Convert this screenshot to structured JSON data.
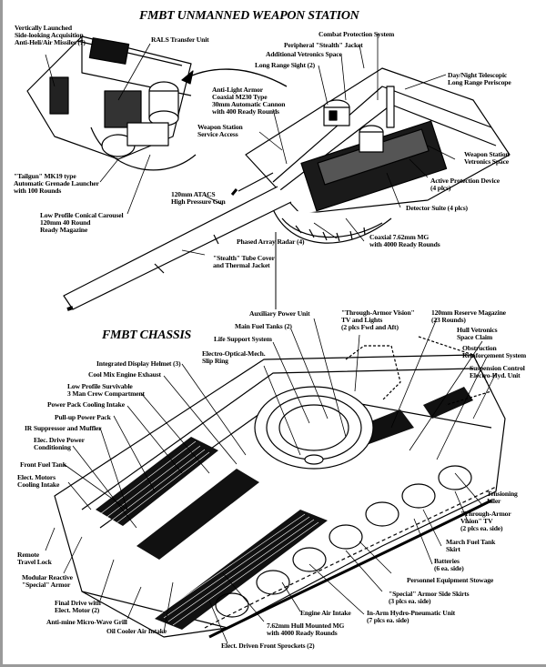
{
  "titles": {
    "weapon_station": "FMBT UNMANNED WEAPON STATION",
    "chassis": "FMBT CHASSIS"
  },
  "weapon_station_labels": {
    "vls": [
      "Vertically Launched",
      "Side-looking Acquisition",
      "Anti-Heli/Air Missiles (7)"
    ],
    "rals": [
      "RALS Transfer Unit"
    ],
    "combat_protection": [
      "Combat Protection System"
    ],
    "stealth_jacket": [
      "Peripheral \"Stealth\" Jacket"
    ],
    "add_vetronics": [
      "Additional Vetronics Space"
    ],
    "long_range_sight": [
      "Long Range Sight (2)"
    ],
    "periscope": [
      "Day/Night Telescopic",
      "Long Range Periscope"
    ],
    "cannon": [
      "Anti-Light Armor",
      "Coaxial  M230 Type",
      "30mm Automatic Cannon",
      "with 400 Ready Rounds"
    ],
    "service_access": [
      "Weapon Station",
      "Service Access"
    ],
    "tailgun": [
      "\"Tailgun\" MK19 type",
      "Automatic Grenade Launcher",
      "with 100 Rounds"
    ],
    "ws_vetronics": [
      "Weapon Station",
      "Vetronics Space"
    ],
    "apd": [
      "Active Protection Device",
      "(4 plcs)"
    ],
    "atacs": [
      "120mm ATACS",
      "High Pressure Gun"
    ],
    "detector": [
      "Detector Suite (4 plcs)"
    ],
    "carousel": [
      "Low Profile Conical Carousel",
      "120mm 40 Round",
      "Ready Magazine"
    ],
    "radar": [
      "Phased Array Radar (4)"
    ],
    "coax_mg": [
      "Coaxial 7.62mm MG",
      "with 4000 Ready Rounds"
    ],
    "tube_cover": [
      "\"Stealth\" Tube Cover",
      "and Thermal Jacket"
    ]
  },
  "chassis_labels": {
    "apu": [
      "Auxiliary Power Unit"
    ],
    "tav_lights": [
      "\"Through-Armor Vision\"",
      "TV and Lights",
      "(2 plcs Fwd and Aft)"
    ],
    "reserve_mag": [
      "120mm Reserve Magazine",
      "(23 Rounds)"
    ],
    "main_fuel": [
      "Main Fuel Tanks (2)"
    ],
    "hull_vetronics": [
      "Hull Vetronics",
      "Space Claim"
    ],
    "life_support": [
      "Life Support System"
    ],
    "obstruction": [
      "Obstruction",
      "Reinforcement System"
    ],
    "slip_ring": [
      "Electro-Optical-Mech.",
      "Slip Ring"
    ],
    "suspension_ctrl": [
      "Suspension Control",
      "Electro-Hyd. Unit"
    ],
    "helmet": [
      "Integrated Display Helmet (3)"
    ],
    "exhaust": [
      "Cool Mix Engine Exhaust"
    ],
    "crew": [
      "Low Profile Survivable",
      "3 Man Crew Compartment"
    ],
    "pp_intake": [
      "Power Pack Cooling Intake"
    ],
    "pullup_pp": [
      "Pull-up Power Pack"
    ],
    "ir_supp": [
      "IR Suppressor and Muffler"
    ],
    "edpc": [
      "Elec. Drive Power",
      "Conditioning"
    ],
    "front_fuel": [
      "Front Fuel Tank"
    ],
    "motors_intake": [
      "Elect. Motors",
      "Cooling Intake"
    ],
    "tensioning": [
      "Tensioning",
      "Idler"
    ],
    "tav_tv": [
      "\"Through-Armor",
      "Vision\" TV",
      "(2 plcs ea. side)"
    ],
    "march_fuel": [
      "March Fuel Tank",
      "Skirt"
    ],
    "batteries": [
      "Batteries",
      "(6 ea. side)"
    ],
    "remote_lock": [
      "Remote",
      "Travel Lock"
    ],
    "reactive_armor": [
      "Modular Reactive",
      "\"Special\" Armor"
    ],
    "stowage": [
      "Personnel Equipment Stowage"
    ],
    "side_skirts": [
      "\"Special\" Armor Side Skirts",
      "(3 plcs ea. side)"
    ],
    "final_drive": [
      "Final Drive with",
      "Elect. Motor (2)"
    ],
    "grill": [
      "Anti-mine Micro-Wave Grill"
    ],
    "engine_intake": [
      "Engine Air Intake"
    ],
    "hydro": [
      "In-Arm Hydro-Pneumatic Unit",
      "(7 plcs ea. side)"
    ],
    "oil_intake": [
      "Oil Cooler Air Intake"
    ],
    "hull_mg": [
      "7.62mm Hull  Mounted MG",
      "with 4000 Ready Rounds"
    ],
    "sprockets": [
      "Elect. Driven Front Sprockets (2)"
    ]
  }
}
